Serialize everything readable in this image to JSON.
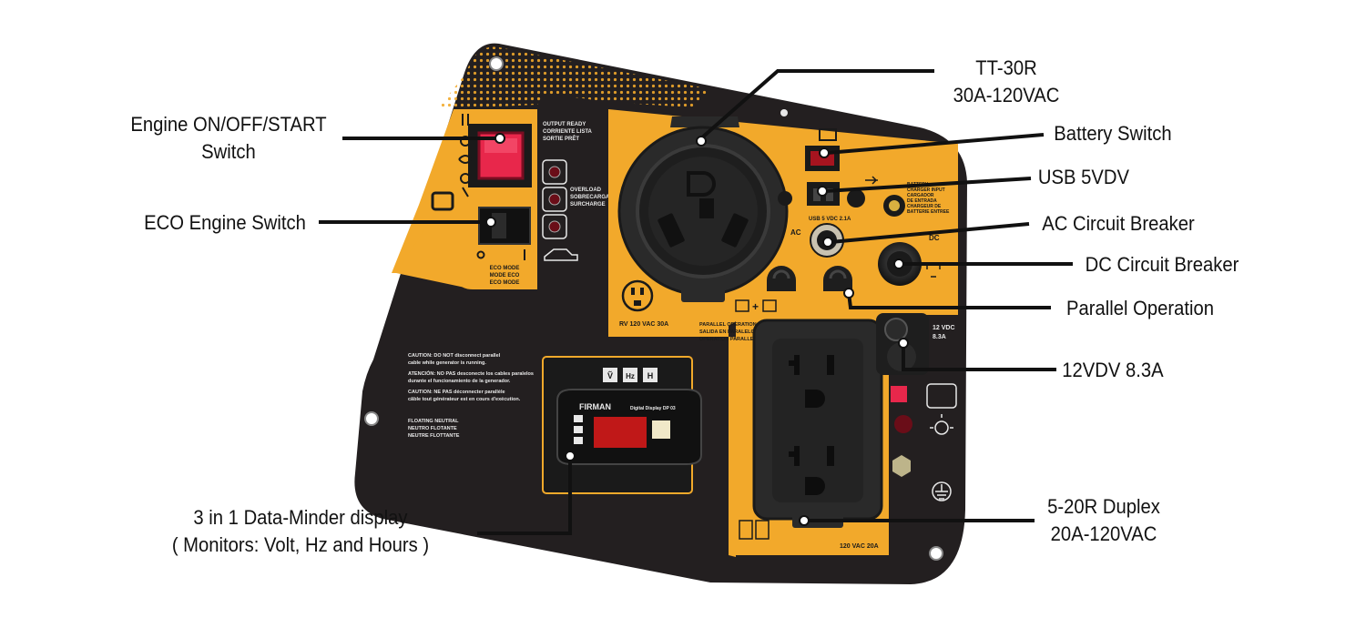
{
  "callouts": {
    "engine_switch": [
      "Engine ON/OFF/START",
      "Switch"
    ],
    "eco_switch": [
      "ECO Engine Switch"
    ],
    "tt30r": [
      "TT-30R",
      "30A-120VAC"
    ],
    "battery_switch": [
      "Battery Switch"
    ],
    "usb": [
      "USB 5VDV"
    ],
    "ac_breaker": [
      "AC Circuit Breaker"
    ],
    "dc_breaker": [
      "DC Circuit Breaker"
    ],
    "parallel": [
      "Parallel Operation"
    ],
    "dc12": [
      "12VDV 8.3A"
    ],
    "duplex": [
      "5-20R Duplex",
      "20A-120VAC"
    ],
    "display": [
      "3 in 1 Data-Minder display",
      "( Monitors: Volt, Hz and Hours )"
    ]
  },
  "panel_labels": {
    "output_ready": [
      "OUTPUT READY",
      "CORRIENTE LISTA",
      "SORTIE PRÊT"
    ],
    "overload": [
      "OVERLOAD",
      "SOBRECARGA",
      "SURCHARGE"
    ],
    "eco_mode": [
      "ECO MODE",
      "MODE ECO",
      "ECO MODE"
    ],
    "rv_outlet": "RV 120 VAC 30A",
    "parallel_op": [
      "PARALLEL OPERATION",
      "SALIDA EN PARALELO",
      "OPERATION PARALLELE"
    ],
    "usb_label": "USB 5 VDC 2.1A",
    "battery_charger": [
      "BATTERY",
      "CHARGER INPUT",
      "CARGADOR",
      "DE ENTRADA",
      "CHARGEUR DE",
      "BATTERIE ENTREE"
    ],
    "ac_mark": "AC",
    "dc_mark": "DC",
    "dc12_label": [
      "12 VDC",
      "8.3A"
    ],
    "duplex_label": "120 VAC 20A",
    "caution_1": [
      "CAUTION: DO NOT disconnect parallel",
      "cable while generator is running."
    ],
    "caution_2": [
      "ATENCIÓN: NO PAS desconecte los cables paralelos",
      "durante el funcionamiento de la generador."
    ],
    "caution_3": [
      "CAUTION: NE PAS déconnecter parallèle",
      "câble tout générateur est en cours d'exécution."
    ],
    "floating_neutral": [
      "FLOATING NEUTRAL",
      "NEUTRO FLOTANTE",
      "NEUTRE FLOTTANTE"
    ],
    "display_buttons": [
      "Ṽ",
      "Hz",
      "H"
    ],
    "brand": "FIRMAN",
    "display_model": "Digital Display DP 03"
  },
  "colors": {
    "panel": "#231f20",
    "accent": "#f2a92b",
    "switch_red": "#e8274b",
    "display_red": "#c01818"
  }
}
